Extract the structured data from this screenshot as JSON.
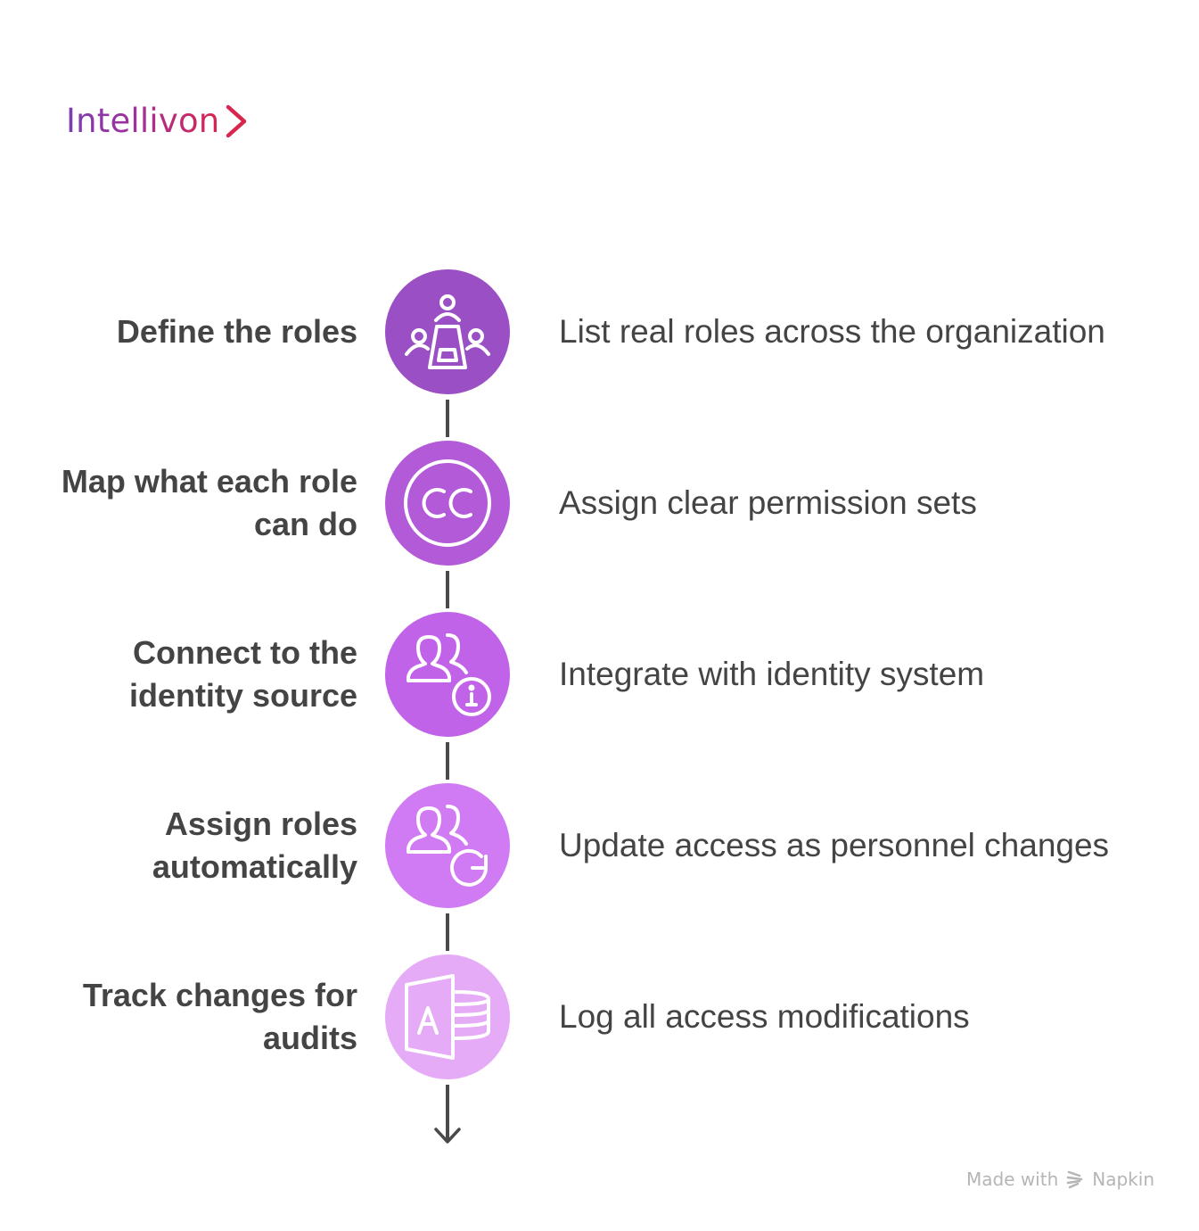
{
  "brand": {
    "name": "Intellivon",
    "icon": "chevron-right-icon"
  },
  "steps": [
    {
      "title": "Define the roles",
      "description": "List real roles across the organization",
      "icon": "meeting-table-icon",
      "color": "#9b4fc4"
    },
    {
      "title": "Map what each role can do",
      "description": "Assign clear permission sets",
      "icon": "cc-circle-icon",
      "color": "#b25ad8"
    },
    {
      "title": "Connect to the identity source",
      "description": "Integrate with identity system",
      "icon": "users-info-icon",
      "color": "#c163e8"
    },
    {
      "title": "Assign roles automatically",
      "description": "Update access as personnel changes",
      "icon": "users-refresh-icon",
      "color": "#d07af3"
    },
    {
      "title": "Track changes for audits",
      "description": "Log all access modifications",
      "icon": "access-database-icon",
      "color": "#e6abf7"
    }
  ],
  "footer": {
    "made_with": "Made with",
    "brand": "Napkin"
  }
}
